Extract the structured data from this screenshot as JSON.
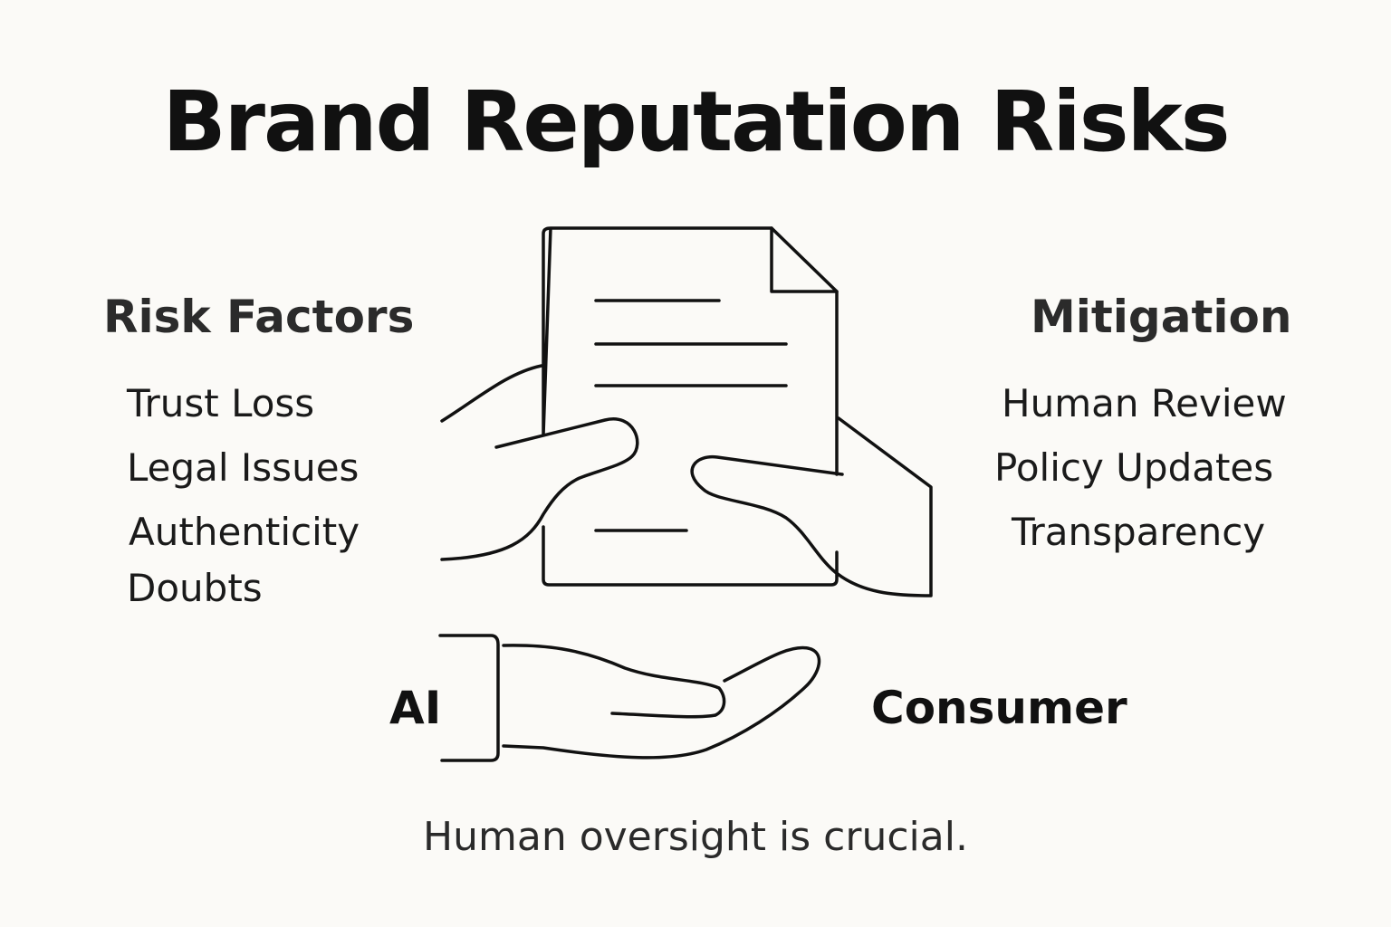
{
  "title": "Brand Reputation Risks",
  "risk_factors": {
    "heading": "Risk Factors",
    "items": [
      "Trust Loss",
      "Legal Issues",
      "Authenticity",
      "Doubts"
    ]
  },
  "mitigation": {
    "heading": "Mitigation",
    "items": [
      "Human Review",
      "Policy Updates",
      "Transparency"
    ]
  },
  "actors": {
    "left": "AI",
    "right": "Consumer"
  },
  "caption": "Human oversight is crucial.",
  "colors": {
    "background": "#fbfaf7",
    "ink": "#111111"
  },
  "icons": [
    "hands-holding-document-icon",
    "open-hand-icon"
  ]
}
